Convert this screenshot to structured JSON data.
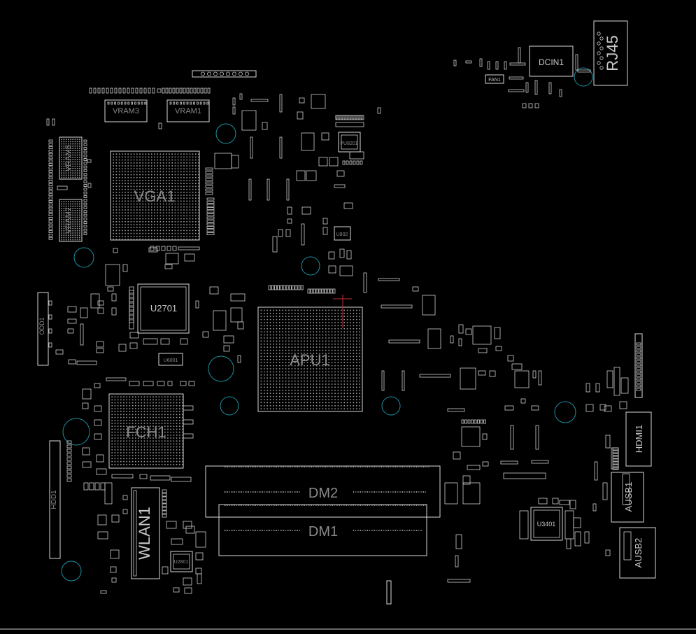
{
  "board": {
    "colors": {
      "background": "#000000",
      "outline": "#d8d8d8",
      "label": "#c8c8c8",
      "mounting_hole": "#1e8fa0",
      "trace": "#c03030"
    },
    "components": {
      "rj45": "RJ45",
      "dcin1": "DCIN1",
      "fan1": "FAN1",
      "vram3": "VRAM3",
      "vram1": "VRAM1",
      "vram5": "VRAM5",
      "vram7": "VRAM7",
      "vga1": "VGA1",
      "u2701": "U2701",
      "odd1": "ODD1",
      "u6001": "U6001",
      "apu1": "APU1",
      "pu8201": "PU8201",
      "u802": "U802",
      "fch1": "FCH1",
      "hdd1": "HDD1",
      "wlan1": "WLAN1",
      "u2801": "U2801",
      "dm2": "DM2",
      "dm1": "DM1",
      "u3401": "U3401",
      "hdmi1": "HDMI1",
      "ausb1": "AUSB1",
      "ausb2": "AUSB2"
    }
  }
}
